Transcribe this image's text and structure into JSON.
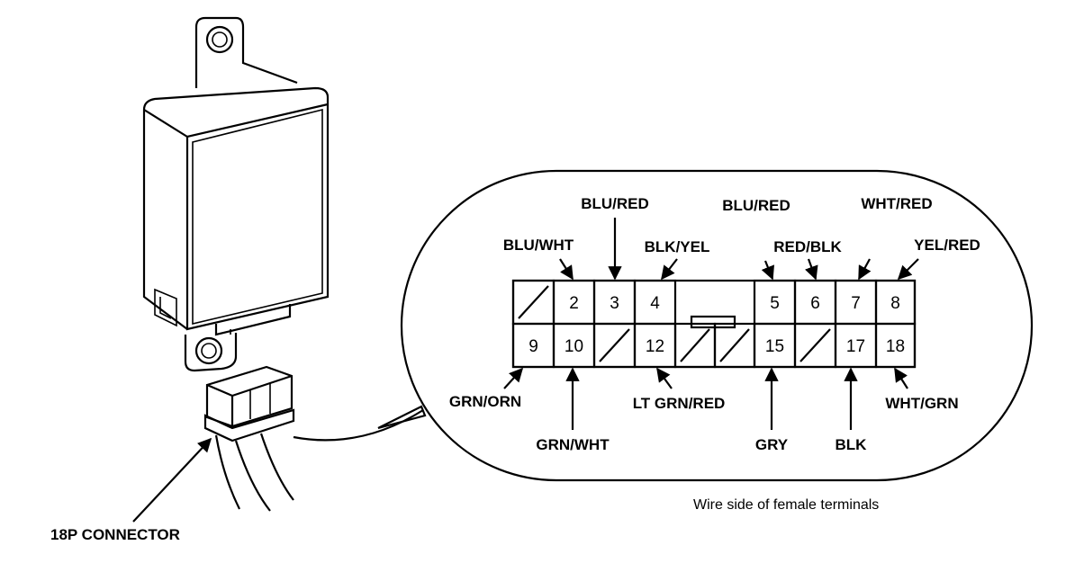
{
  "connector_label": "18P CONNECTOR",
  "caption": "Wire side of female terminals",
  "top_row": [
    {
      "pin": "",
      "wire": ""
    },
    {
      "pin": "2",
      "wire": "BLU/WHT"
    },
    {
      "pin": "3",
      "wire": "BLU/RED"
    },
    {
      "pin": "4",
      "wire": "BLK/YEL"
    },
    {
      "pin": "5",
      "wire": "BLU/RED"
    },
    {
      "pin": "6",
      "wire": "RED/BLK"
    },
    {
      "pin": "7",
      "wire": "WHT/RED"
    },
    {
      "pin": "8",
      "wire": "YEL/RED"
    }
  ],
  "bottom_row": [
    {
      "pin": "9",
      "wire": "GRN/ORN"
    },
    {
      "pin": "10",
      "wire": "GRN/WHT"
    },
    {
      "pin": "",
      "wire": ""
    },
    {
      "pin": "12",
      "wire": "LT GRN/RED"
    },
    {
      "pin": "",
      "wire": ""
    },
    {
      "pin": "",
      "wire": ""
    },
    {
      "pin": "15",
      "wire": "GRY"
    },
    {
      "pin": "",
      "wire": ""
    },
    {
      "pin": "17",
      "wire": "BLK"
    },
    {
      "pin": "18",
      "wire": "WHT/GRN"
    }
  ]
}
